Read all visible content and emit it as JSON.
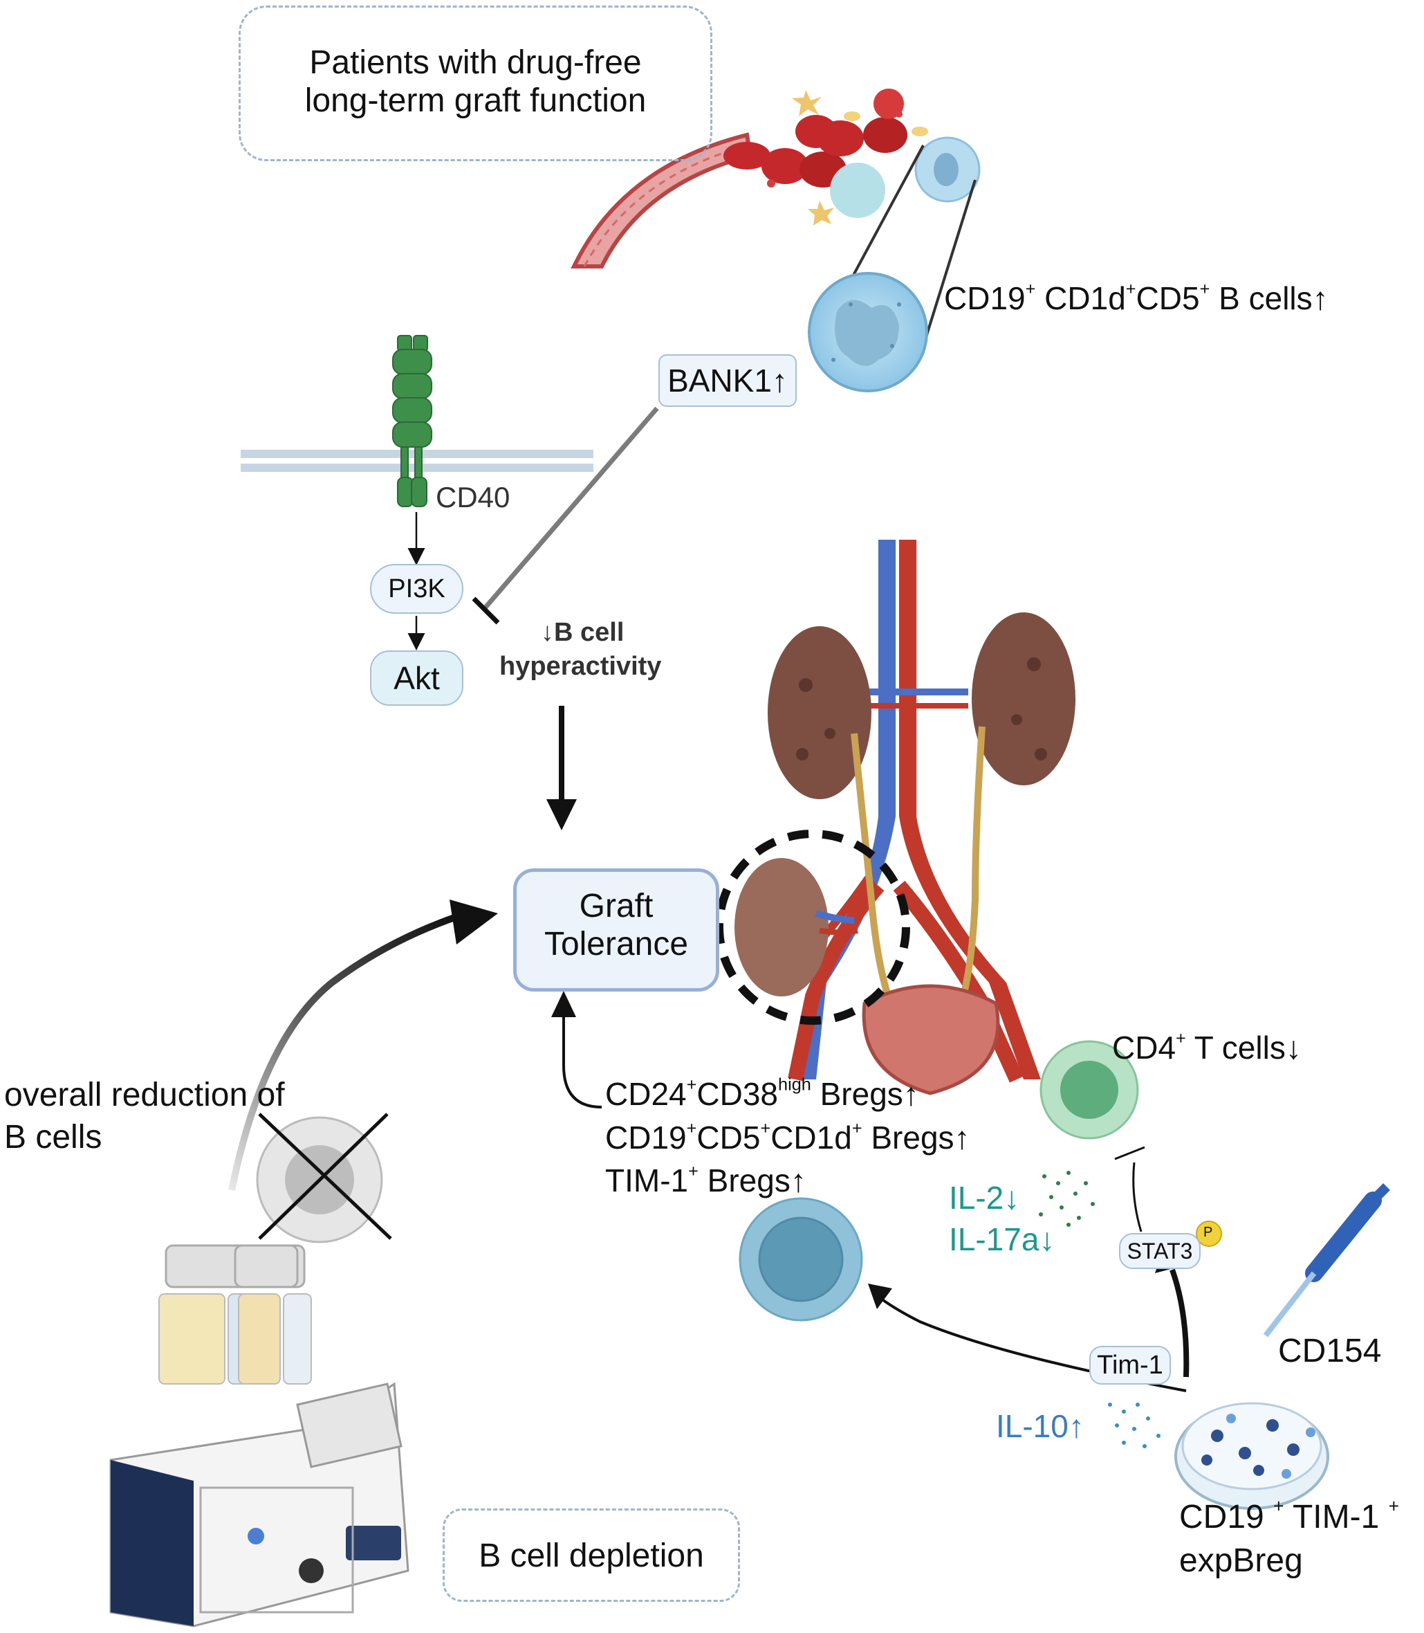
{
  "header_box": {
    "line1": "Patients with drug-free",
    "line2": "long-term graft function"
  },
  "b_cells_label": {
    "prefix": "CD19",
    "sup1": "+",
    "mid1": " CD1d",
    "sup2": "+",
    "mid2": "CD5",
    "sup3": "+",
    "suffix": " B cells↑"
  },
  "bank1": "BANK1↑",
  "cd40": "CD40",
  "pi3k": "PI3K",
  "akt": "Akt",
  "hyperactivity": {
    "line1": "↓B cell",
    "line2": "hyperactivity"
  },
  "graft_tolerance": {
    "line1": "Graft",
    "line2": "Tolerance"
  },
  "overall_reduction": {
    "line1": "overall reduction of",
    "line2": "B cells"
  },
  "bregs": {
    "line1": {
      "a": "CD24",
      "s1": "+",
      "b": "CD38",
      "s2": "high",
      "c": " Bregs↑"
    },
    "line2": {
      "a": "CD19",
      "s1": "+",
      "b": "CD5",
      "s2": "+",
      "c": "CD1d",
      "s3": "+",
      "d": " Bregs↑"
    },
    "line3": {
      "a": "TIM-1",
      "s1": "+",
      "b": " Bregs↑"
    }
  },
  "cd4_label": {
    "a": "CD4",
    "s1": "+",
    "b": " T cells↓"
  },
  "il2": "IL-2↓",
  "il17a": "IL-17a↓",
  "stat3": "STAT3",
  "phospho": "P",
  "tim1": "Tim-1",
  "il10": "IL-10↑",
  "cd154": "CD154",
  "expbreg": {
    "line1a": "CD19 ",
    "s1": "+",
    "line1b": " TIM-1 ",
    "s2": "+",
    "line2": "expBreg"
  },
  "b_cell_depletion": "B cell depletion",
  "colors": {
    "dark": "#111111",
    "teal": "#1a9a8f",
    "blue": "#3a7cc3",
    "pill_border": "#a8bfd8",
    "pill_fill": "#eef4fb",
    "artery": "#c0392b",
    "vein": "#4a6fc4",
    "kidney": "#8a5a4a",
    "cell_blue": "#9dd0ea",
    "t_cell_green": "#7fc79a"
  }
}
